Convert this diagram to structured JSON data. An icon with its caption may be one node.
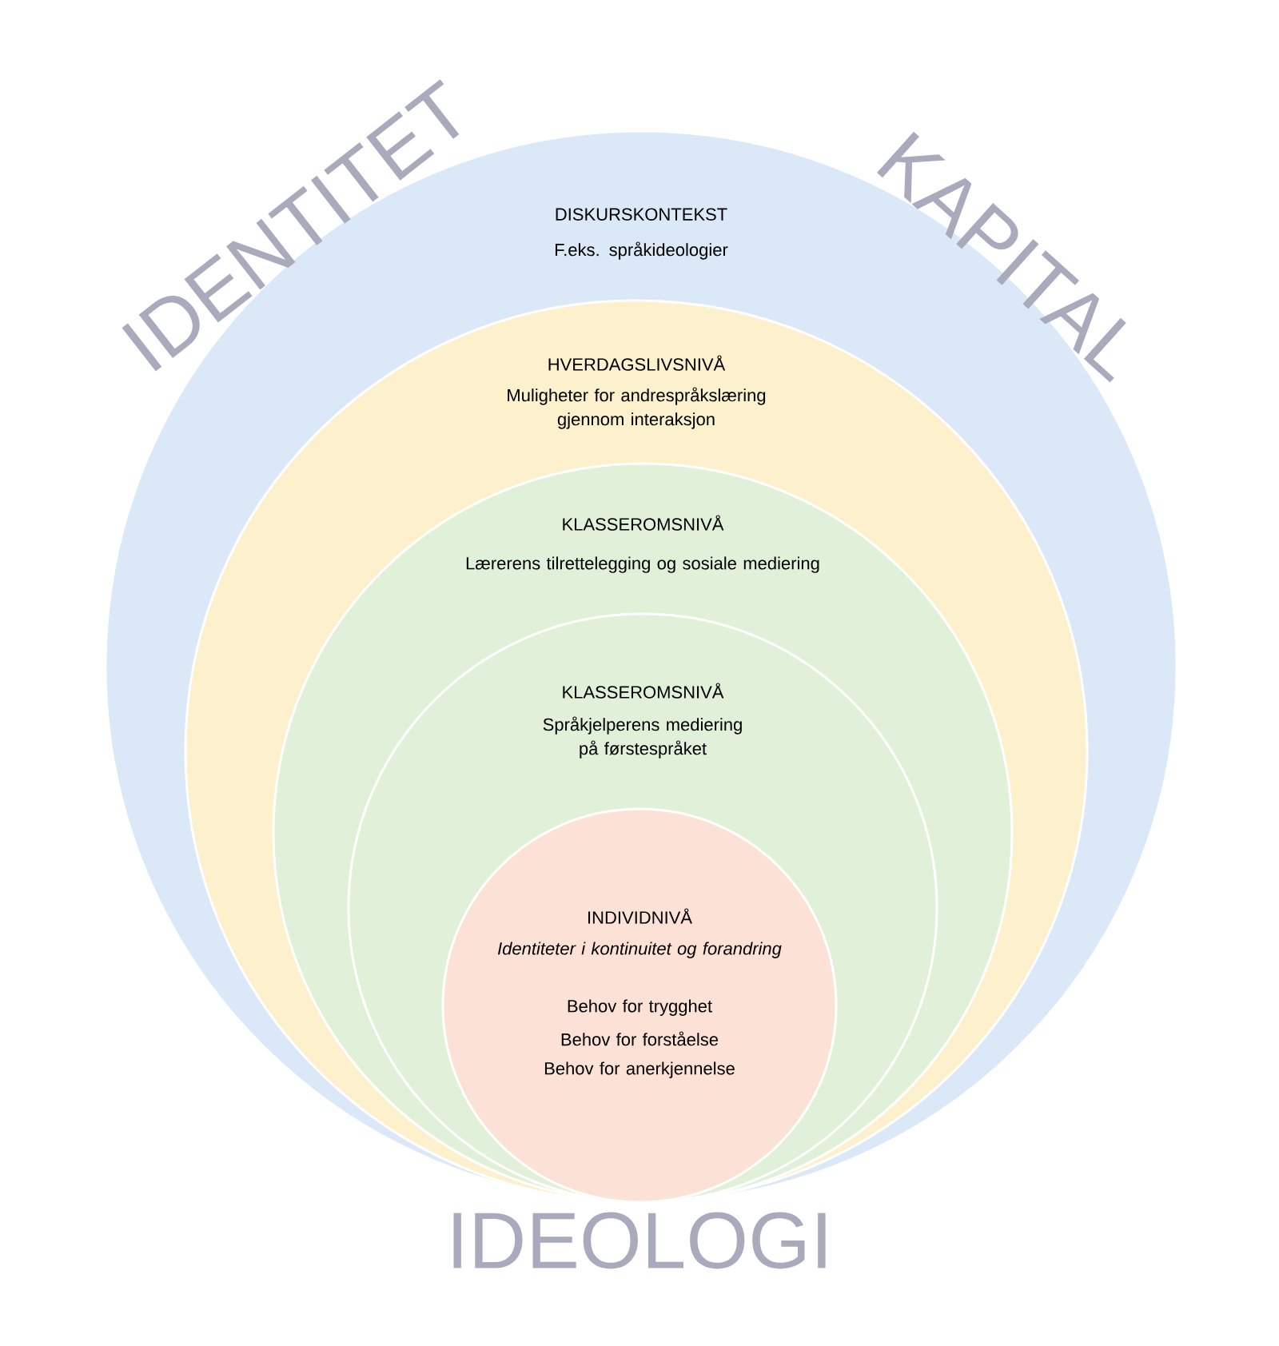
{
  "diagram": {
    "nodes": [
      {
        "text": [
          "DISKURSKONTEKST",
          "F.eks. språkideologier"
        ]
      },
      {
        "text": [
          "HVERDAGSLIVSNIVÅ",
          "Muligheter for andrespråkslæring gjennom interaksjon"
        ],
        "in": 0
      },
      {
        "text": [
          "KLASSEROMSNIVÅ",
          "Lærerens tilrettelegging og sosiale mediering"
        ],
        "in": 1
      },
      {
        "text": [
          "KLASSEROMSNIVÅ",
          "Språkjelperens mediering på førstespråket"
        ],
        "in": 2
      },
      {
        "text": [
          "INDIVIDNIVÅ",
          "Identiteter i kontinuitet og forandring",
          "Behov for trygghet",
          "Behov for forståelse",
          "Behov for anerkjennelse"
        ],
        "in": 3
      }
    ],
    "labels": [
      "IDENTITET",
      "KAPITAL",
      "IDEOLOGI"
    ]
  }
}
